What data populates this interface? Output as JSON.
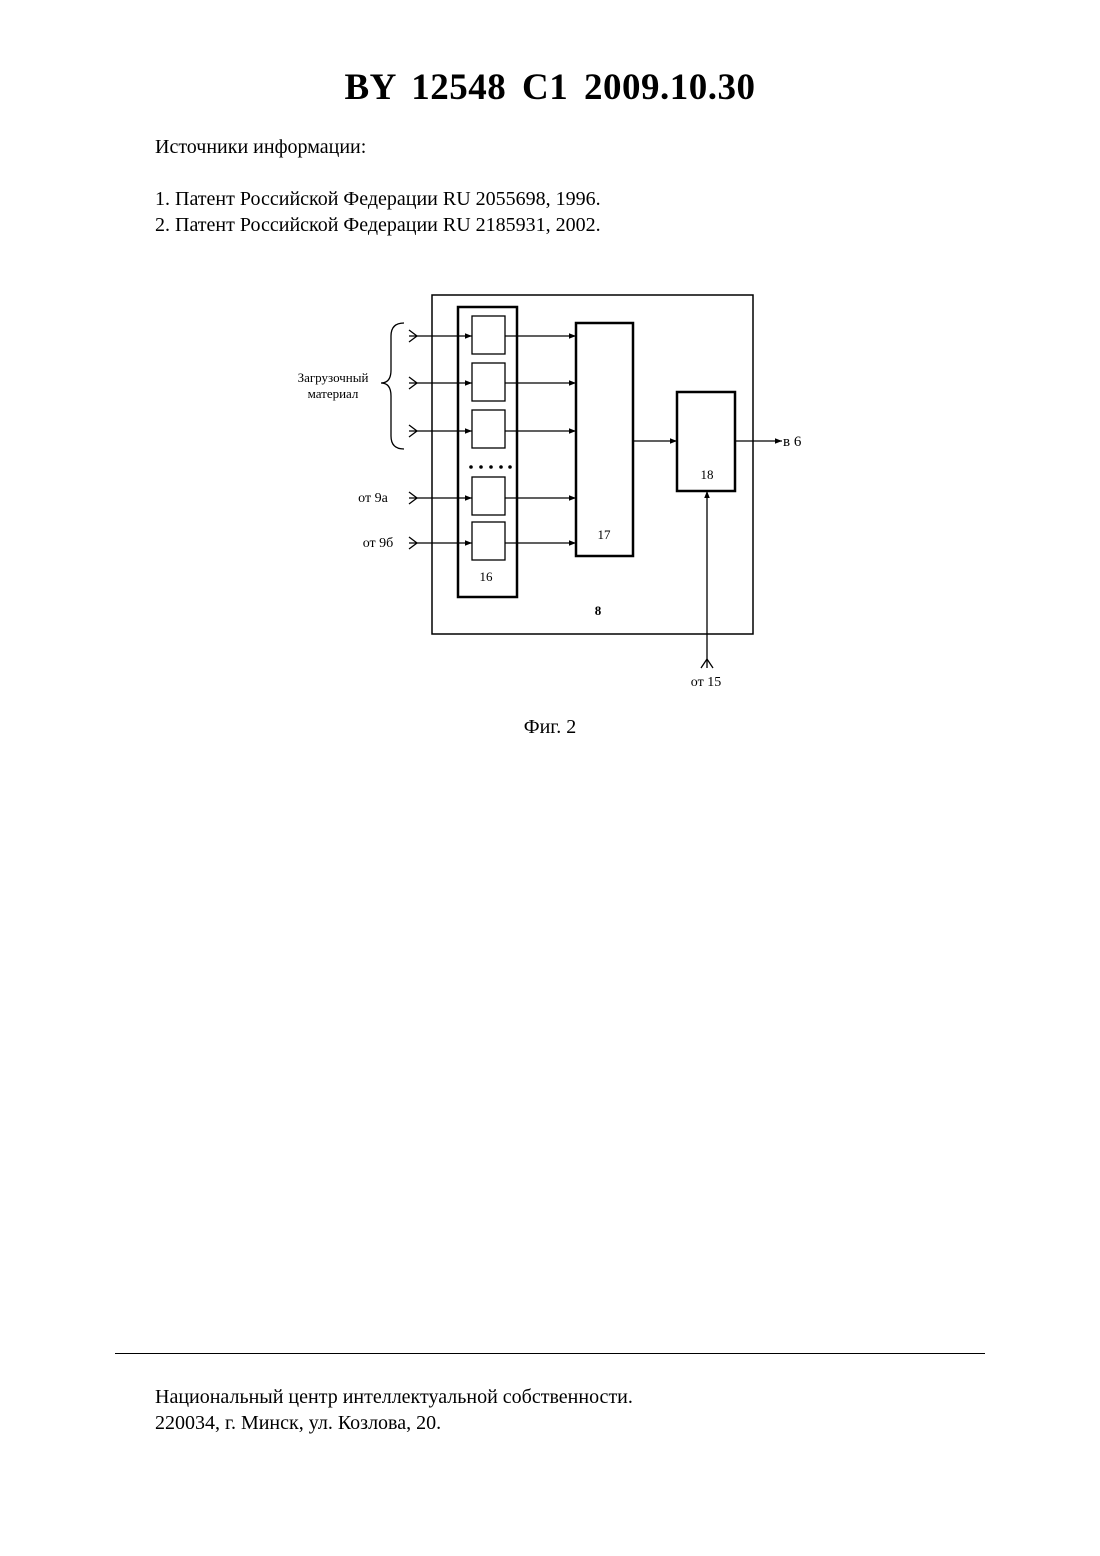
{
  "header": {
    "title": "BY 12548 C1 2009.10.30"
  },
  "sources": {
    "title": "Источники информации:",
    "items": [
      "1. Патент Российской Федерации RU 2055698, 1996.",
      "2. Патент Российской Федерации RU 2185931, 2002."
    ]
  },
  "figure": {
    "input_group_label_line1": "Загрузочный",
    "input_group_label_line2": "материал",
    "input_9a": "от 9а",
    "input_9b": "от 9б",
    "block_16": "16",
    "block_17": "17",
    "block_18": "18",
    "frame_8": "8",
    "output": "в 6",
    "input_15": "от 15",
    "caption": "Фиг. 2"
  },
  "footer": {
    "line1": "Национальный центр интеллектуальной собственности.",
    "line2": "220034, г. Минск, ул. Козлова, 20."
  }
}
